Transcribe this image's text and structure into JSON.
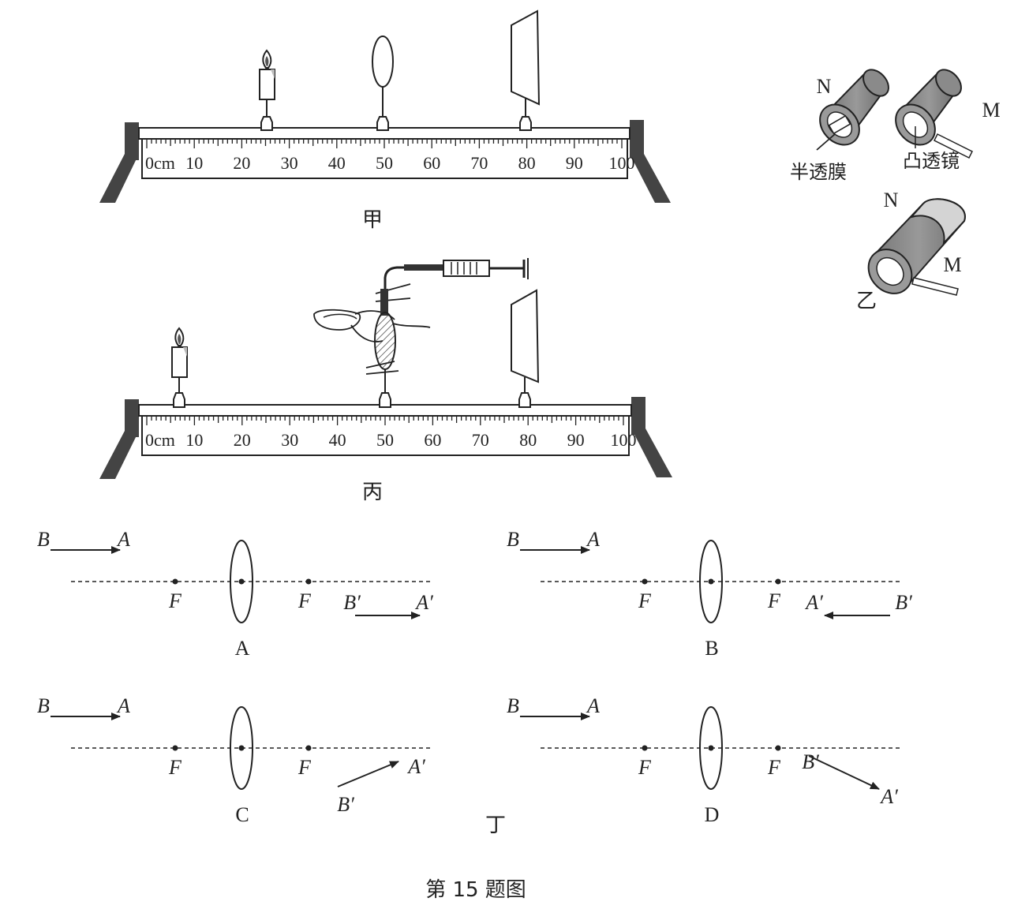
{
  "bench_ticks": [
    "0cm",
    "10",
    "20",
    "30",
    "40",
    "50",
    "60",
    "70",
    "80",
    "90",
    "100"
  ],
  "captions": {
    "jia": "甲",
    "yi": "乙",
    "bing": "丙",
    "ding": "丁",
    "figure": "第 15 题图"
  },
  "eye_model": {
    "n_label": "N",
    "m_label": "M",
    "membrane_label": "半透膜",
    "lens_label": "凸透镜"
  },
  "options": [
    {
      "letter": "A",
      "obj_b": "B",
      "obj_a": "A",
      "focus_left": "F",
      "focus_right": "F",
      "img_b": "B′",
      "img_a": "A′"
    },
    {
      "letter": "B",
      "obj_b": "B",
      "obj_a": "A",
      "focus_left": "F",
      "focus_right": "F",
      "img_b": "B′",
      "img_a": "A′"
    },
    {
      "letter": "C",
      "obj_b": "B",
      "obj_a": "A",
      "focus_left": "F",
      "focus_right": "F",
      "img_b": "B′",
      "img_a": "A′"
    },
    {
      "letter": "D",
      "obj_b": "B",
      "obj_a": "A",
      "focus_left": "F",
      "focus_right": "F",
      "img_b": "B′",
      "img_a": "A′"
    }
  ]
}
